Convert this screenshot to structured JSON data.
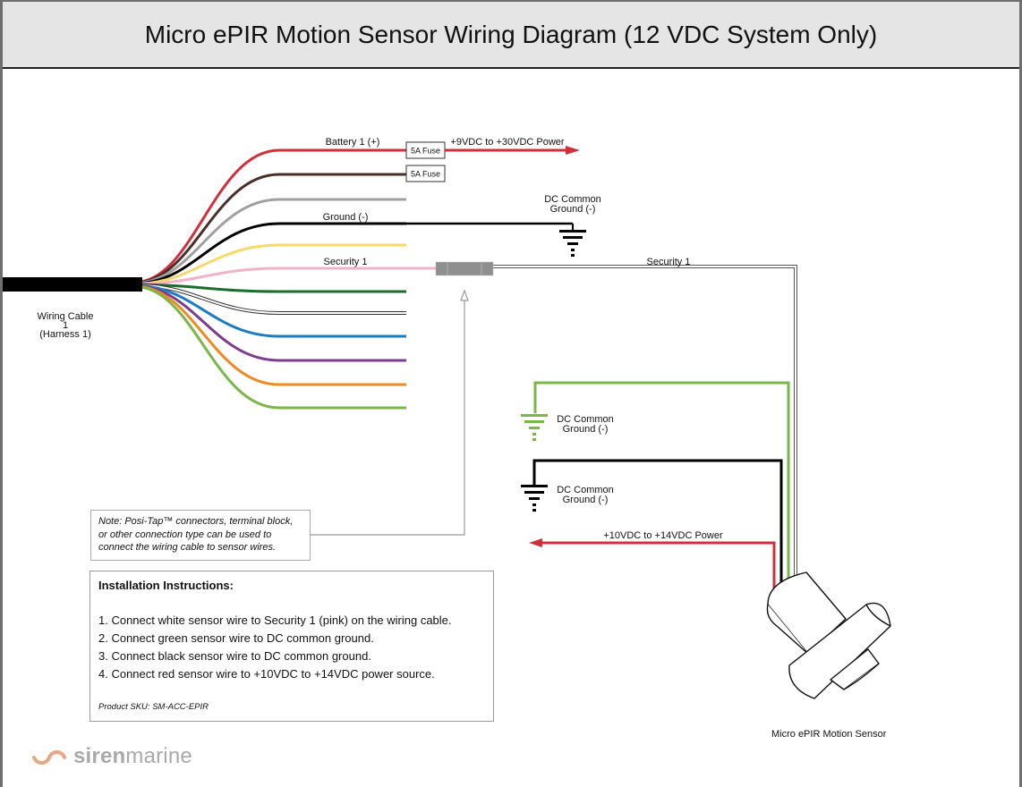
{
  "title": "Micro ePIR Motion Sensor Wiring Diagram (12 VDC System Only)",
  "cable": {
    "label_line1": "Wiring Cable 1",
    "label_line2": "(Harness 1)"
  },
  "wires": [
    {
      "name": "red",
      "color": "#d0303a",
      "label": "Battery 1 (+)"
    },
    {
      "name": "brown",
      "color": "#4a2e2a",
      "label": ""
    },
    {
      "name": "gray",
      "color": "#a0a0a0",
      "label": ""
    },
    {
      "name": "black",
      "color": "#000000",
      "label": "Ground (-)"
    },
    {
      "name": "yellow",
      "color": "#f7d86a",
      "label": ""
    },
    {
      "name": "pink",
      "color": "#f2b3c8",
      "label": "Security 1"
    },
    {
      "name": "dark-green",
      "color": "#1e6b2e",
      "label": ""
    },
    {
      "name": "white",
      "color": "#ffffff",
      "label": ""
    },
    {
      "name": "blue",
      "color": "#1a7dc2",
      "label": ""
    },
    {
      "name": "purple",
      "color": "#7c3d8e",
      "label": ""
    },
    {
      "name": "orange",
      "color": "#ef8a22",
      "label": ""
    },
    {
      "name": "light-green",
      "color": "#7ab648",
      "label": ""
    }
  ],
  "fuses": [
    {
      "label": "5A Fuse"
    },
    {
      "label": "5A Fuse"
    }
  ],
  "power_in": {
    "label": "+9VDC to +30VDC Power",
    "color": "#d0303a"
  },
  "ground_top": {
    "line1": "DC Common",
    "line2": "Ground (-)"
  },
  "security_run": {
    "label": "Security 1"
  },
  "ground_green": {
    "line1": "DC Common",
    "line2": "Ground (-)",
    "color": "#7ab648"
  },
  "ground_black": {
    "line1": "DC Common",
    "line2": "Ground (-)",
    "color": "#000000"
  },
  "power_sensor": {
    "label": "+10VDC to +14VDC Power",
    "color": "#d0303a"
  },
  "note": {
    "text": "Note: Posi-Tap™ connectors, terminal block, or other connection type can be used to connect the wiring cable to sensor wires."
  },
  "instructions": {
    "title": "Installation Instructions:",
    "steps": [
      "1. Connect white sensor wire to Security 1 (pink) on the wiring cable.",
      "2. Connect green sensor wire to DC common ground.",
      "3. Connect black sensor wire to DC common ground.",
      "4. Connect red sensor wire to +10VDC to +14VDC power source."
    ],
    "sku": "Product SKU: SM-ACC-EPIR"
  },
  "sensor": {
    "label": "Micro ePIR Motion Sensor"
  },
  "logo": {
    "bold": "siren",
    "light": "marine",
    "accent": "#e8a784"
  }
}
